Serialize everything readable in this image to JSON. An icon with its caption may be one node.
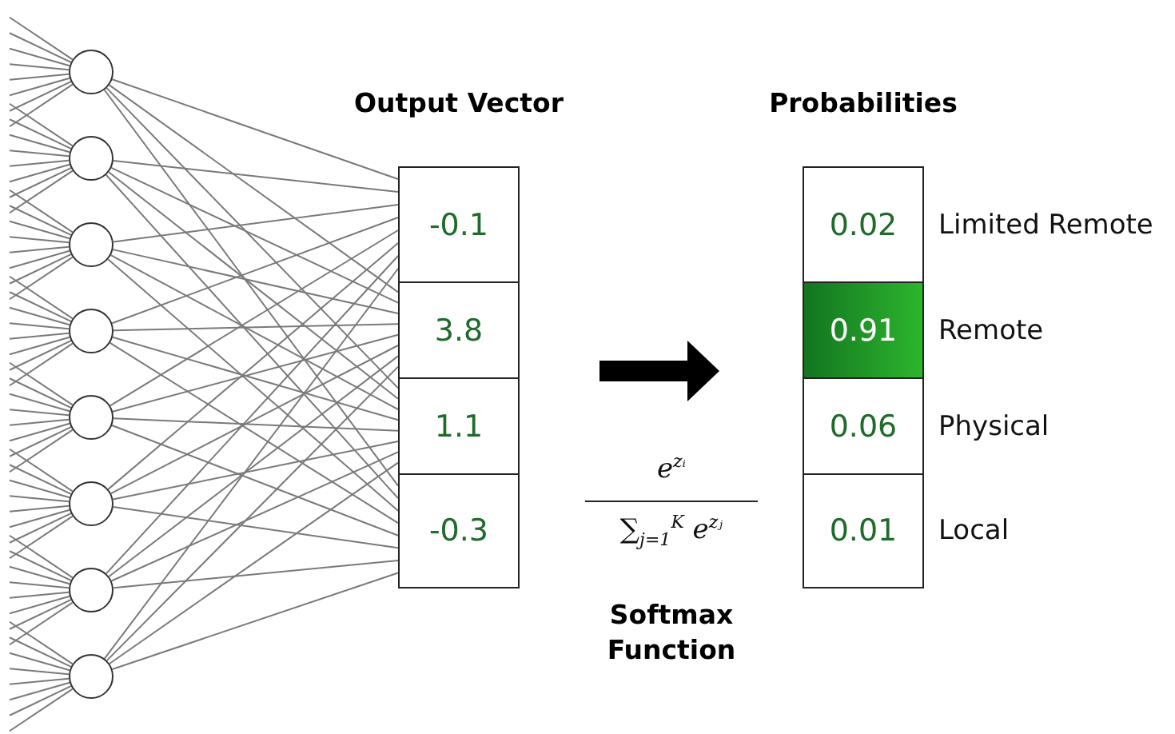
{
  "diagram": {
    "nodes": [
      {
        "text": [],
        "shape": "circle"
      },
      {
        "text": [],
        "shape": "circle"
      },
      {
        "text": [],
        "shape": "circle"
      },
      {
        "text": [],
        "shape": "circle"
      },
      {
        "text": [],
        "shape": "circle"
      },
      {
        "text": [],
        "shape": "circle"
      },
      {
        "text": [],
        "shape": "circle"
      },
      {
        "text": [],
        "shape": "circle"
      },
      {
        "text": [
          "Output Vector"
        ]
      },
      {
        "text": [
          "-0.1"
        ],
        "in": 8
      },
      {
        "text": [
          "3.8"
        ],
        "in": 8
      },
      {
        "text": [
          "1.1"
        ],
        "in": 8
      },
      {
        "text": [
          "-0.3"
        ],
        "in": 8
      },
      {
        "text": [
          "Probabilities"
        ]
      },
      {
        "text": [
          "0.02"
        ],
        "in": 13,
        "beside": [
          "Limited Remote"
        ]
      },
      {
        "text": [
          "0.91"
        ],
        "in": 13,
        "beside": [
          "Remote"
        ]
      },
      {
        "text": [
          "0.06"
        ],
        "in": 13,
        "beside": [
          "Physical"
        ]
      },
      {
        "text": [
          "0.01"
        ],
        "in": 13,
        "beside": [
          "Local"
        ]
      }
    ],
    "edges": [
      {
        "from": null,
        "to": 0,
        "arrow": "none"
      },
      {
        "from": null,
        "to": 0,
        "arrow": "none"
      },
      {
        "from": null,
        "to": 0,
        "arrow": "none"
      },
      {
        "from": null,
        "to": 0,
        "arrow": "none"
      },
      {
        "from": null,
        "to": 0,
        "arrow": "none"
      },
      {
        "from": null,
        "to": 0,
        "arrow": "none"
      },
      {
        "from": null,
        "to": 0,
        "arrow": "none"
      },
      {
        "from": null,
        "to": 0,
        "arrow": "none"
      },
      {
        "from": null,
        "to": 1,
        "arrow": "none"
      },
      {
        "from": null,
        "to": 1,
        "arrow": "none"
      },
      {
        "from": null,
        "to": 1,
        "arrow": "none"
      },
      {
        "from": null,
        "to": 1,
        "arrow": "none"
      },
      {
        "from": null,
        "to": 1,
        "arrow": "none"
      },
      {
        "from": null,
        "to": 1,
        "arrow": "none"
      },
      {
        "from": null,
        "to": 1,
        "arrow": "none"
      },
      {
        "from": null,
        "to": 1,
        "arrow": "none"
      },
      {
        "from": null,
        "to": 2,
        "arrow": "none"
      },
      {
        "from": null,
        "to": 2,
        "arrow": "none"
      },
      {
        "from": null,
        "to": 2,
        "arrow": "none"
      },
      {
        "from": null,
        "to": 2,
        "arrow": "none"
      },
      {
        "from": null,
        "to": 2,
        "arrow": "none"
      },
      {
        "from": null,
        "to": 2,
        "arrow": "none"
      },
      {
        "from": null,
        "to": 2,
        "arrow": "none"
      },
      {
        "from": null,
        "to": 2,
        "arrow": "none"
      },
      {
        "from": null,
        "to": 3,
        "arrow": "none"
      },
      {
        "from": null,
        "to": 3,
        "arrow": "none"
      },
      {
        "from": null,
        "to": 3,
        "arrow": "none"
      },
      {
        "from": null,
        "to": 3,
        "arrow": "none"
      },
      {
        "from": null,
        "to": 3,
        "arrow": "none"
      },
      {
        "from": null,
        "to": 3,
        "arrow": "none"
      },
      {
        "from": null,
        "to": 3,
        "arrow": "none"
      },
      {
        "from": null,
        "to": 3,
        "arrow": "none"
      },
      {
        "from": null,
        "to": 4,
        "arrow": "none"
      },
      {
        "from": null,
        "to": 4,
        "arrow": "none"
      },
      {
        "from": null,
        "to": 4,
        "arrow": "none"
      },
      {
        "from": null,
        "to": 4,
        "arrow": "none"
      },
      {
        "from": null,
        "to": 4,
        "arrow": "none"
      },
      {
        "from": null,
        "to": 4,
        "arrow": "none"
      },
      {
        "from": null,
        "to": 4,
        "arrow": "none"
      },
      {
        "from": null,
        "to": 4,
        "arrow": "none"
      },
      {
        "from": null,
        "to": 5,
        "arrow": "none"
      },
      {
        "from": null,
        "to": 5,
        "arrow": "none"
      },
      {
        "from": null,
        "to": 5,
        "arrow": "none"
      },
      {
        "from": null,
        "to": 5,
        "arrow": "none"
      },
      {
        "from": null,
        "to": 5,
        "arrow": "none"
      },
      {
        "from": null,
        "to": 5,
        "arrow": "none"
      },
      {
        "from": null,
        "to": 5,
        "arrow": "none"
      },
      {
        "from": null,
        "to": 5,
        "arrow": "none"
      },
      {
        "from": null,
        "to": 6,
        "arrow": "none"
      },
      {
        "from": null,
        "to": 6,
        "arrow": "none"
      },
      {
        "from": null,
        "to": 6,
        "arrow": "none"
      },
      {
        "from": null,
        "to": 6,
        "arrow": "none"
      },
      {
        "from": null,
        "to": 6,
        "arrow": "none"
      },
      {
        "from": null,
        "to": 6,
        "arrow": "none"
      },
      {
        "from": null,
        "to": 6,
        "arrow": "none"
      },
      {
        "from": null,
        "to": 6,
        "arrow": "none"
      },
      {
        "from": null,
        "to": 7,
        "arrow": "none"
      },
      {
        "from": null,
        "to": 7,
        "arrow": "none"
      },
      {
        "from": null,
        "to": 7,
        "arrow": "none"
      },
      {
        "from": null,
        "to": 7,
        "arrow": "none"
      },
      {
        "from": null,
        "to": 7,
        "arrow": "none"
      },
      {
        "from": null,
        "to": 7,
        "arrow": "none"
      },
      {
        "from": null,
        "to": 7,
        "arrow": "none"
      },
      {
        "from": null,
        "to": 7,
        "arrow": "none"
      },
      {
        "from": 0,
        "to": 9,
        "arrow": "none"
      },
      {
        "from": 0,
        "to": 10,
        "arrow": "none"
      },
      {
        "from": 0,
        "to": 11,
        "arrow": "none"
      },
      {
        "from": 0,
        "to": 12,
        "arrow": "none"
      },
      {
        "from": 1,
        "to": 9,
        "arrow": "none"
      },
      {
        "from": 1,
        "to": 10,
        "arrow": "none"
      },
      {
        "from": 1,
        "to": 11,
        "arrow": "none"
      },
      {
        "from": 1,
        "to": 12,
        "arrow": "none"
      },
      {
        "from": 2,
        "to": 9,
        "arrow": "none"
      },
      {
        "from": 2,
        "to": 10,
        "arrow": "none"
      },
      {
        "from": 2,
        "to": 11,
        "arrow": "none"
      },
      {
        "from": 2,
        "to": 12,
        "arrow": "none"
      },
      {
        "from": 3,
        "to": 9,
        "arrow": "none"
      },
      {
        "from": 3,
        "to": 10,
        "arrow": "none"
      },
      {
        "from": 3,
        "to": 11,
        "arrow": "none"
      },
      {
        "from": 3,
        "to": 12,
        "arrow": "none"
      },
      {
        "from": 4,
        "to": 9,
        "arrow": "none"
      },
      {
        "from": 4,
        "to": 10,
        "arrow": "none"
      },
      {
        "from": 4,
        "to": 11,
        "arrow": "none"
      },
      {
        "from": 4,
        "to": 12,
        "arrow": "none"
      },
      {
        "from": 5,
        "to": 9,
        "arrow": "none"
      },
      {
        "from": 5,
        "to": 10,
        "arrow": "none"
      },
      {
        "from": 5,
        "to": 11,
        "arrow": "none"
      },
      {
        "from": 5,
        "to": 12,
        "arrow": "none"
      },
      {
        "from": 6,
        "to": 9,
        "arrow": "none"
      },
      {
        "from": 6,
        "to": 10,
        "arrow": "none"
      },
      {
        "from": 6,
        "to": 11,
        "arrow": "none"
      },
      {
        "from": 6,
        "to": 12,
        "arrow": "none"
      },
      {
        "from": 7,
        "to": 9,
        "arrow": "none"
      },
      {
        "from": 7,
        "to": 10,
        "arrow": "none"
      },
      {
        "from": 7,
        "to": 11,
        "arrow": "none"
      },
      {
        "from": 7,
        "to": 12,
        "arrow": "none"
      },
      {
        "from": 8,
        "to": 13,
        "arrow": "to",
        "style": "thick",
        "color": "#000000"
      }
    ],
    "labels": [
      "e$^{zᵢ}$",
      "∑$_{j=1}$$^{K}$ e$^{zⱼ}$",
      "Softmax Function"
    ]
  }
}
